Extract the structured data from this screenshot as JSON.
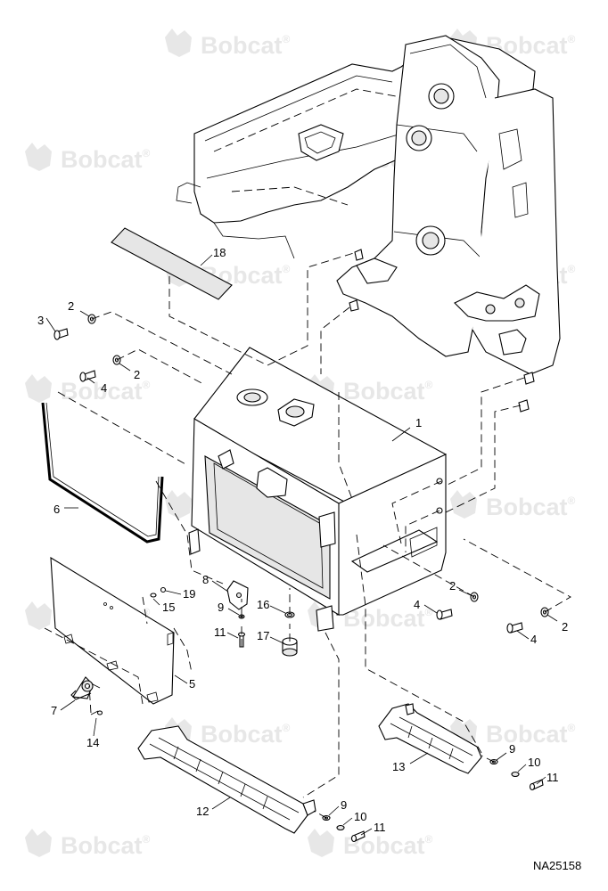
{
  "watermark": {
    "brand": "Bobcat",
    "mark": "®"
  },
  "document_id": "NA25158",
  "callouts": [
    {
      "id": "c18a",
      "text": "18"
    },
    {
      "id": "c2a",
      "text": "2"
    },
    {
      "id": "c3a",
      "text": "3"
    },
    {
      "id": "c4a",
      "text": "4"
    },
    {
      "id": "c2b",
      "text": "2"
    },
    {
      "id": "c1",
      "text": "1"
    },
    {
      "id": "c6",
      "text": "6"
    },
    {
      "id": "c8",
      "text": "8"
    },
    {
      "id": "c19",
      "text": "19"
    },
    {
      "id": "c15",
      "text": "15"
    },
    {
      "id": "c9a",
      "text": "9"
    },
    {
      "id": "c16",
      "text": "16"
    },
    {
      "id": "c11a",
      "text": "11"
    },
    {
      "id": "c17",
      "text": "17"
    },
    {
      "id": "c5",
      "text": "5"
    },
    {
      "id": "c7",
      "text": "7"
    },
    {
      "id": "c14",
      "text": "14"
    },
    {
      "id": "c2c",
      "text": "2"
    },
    {
      "id": "c4b",
      "text": "4"
    },
    {
      "id": "c2d",
      "text": "2"
    },
    {
      "id": "c4c",
      "text": "4"
    },
    {
      "id": "c13",
      "text": "13"
    },
    {
      "id": "c9b",
      "text": "9"
    },
    {
      "id": "c10a",
      "text": "10"
    },
    {
      "id": "c11b",
      "text": "11"
    },
    {
      "id": "c12",
      "text": "12"
    },
    {
      "id": "c9c",
      "text": "9"
    },
    {
      "id": "c10b",
      "text": "10"
    },
    {
      "id": "c11c",
      "text": "11"
    }
  ]
}
